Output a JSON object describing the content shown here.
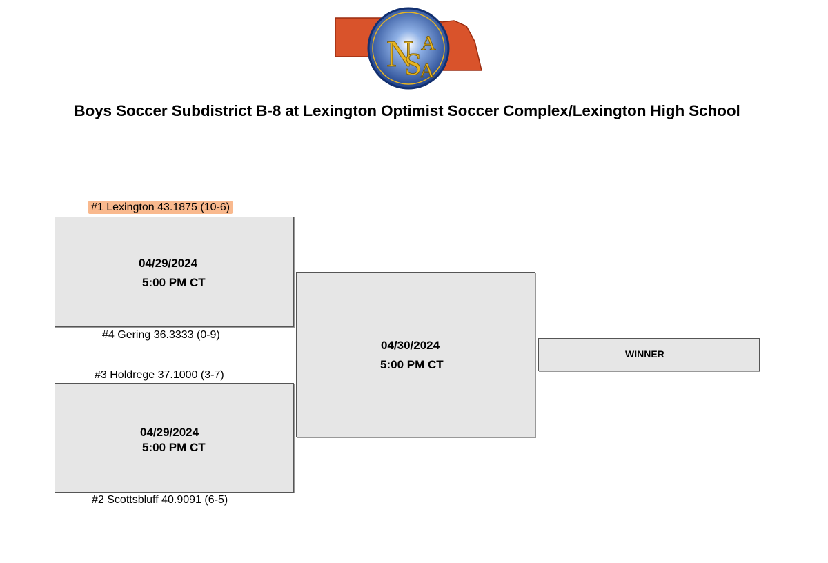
{
  "logo": {
    "letters": [
      "N",
      "S",
      "A",
      "A"
    ]
  },
  "title": "Boys Soccer Subdistrict B-8 at Lexington Optimist Soccer Complex/Lexington High School",
  "game1": {
    "top_team": "#1 Lexington 43.1875 (10-6)",
    "bottom_team": "#4 Gering 36.3333 (0-9)",
    "date": "04/29/2024",
    "time": "5:00 PM CT"
  },
  "game2": {
    "top_team": "#3 Holdrege 37.1000 (3-7)",
    "bottom_team": "#2 Scottsbluff 40.9091 (6-5)",
    "date": "04/29/2024",
    "time": "5:00 PM CT"
  },
  "final": {
    "date": "04/30/2024",
    "time": "5:00 PM CT"
  },
  "winner": {
    "label": "WINNER"
  },
  "colors": {
    "seed_highlight": "#f9b98e",
    "box_fill": "#e6e6e6",
    "nebraska_shape": "#d9532b",
    "logo_circle": "#1c3f8a",
    "logo_letters": "#e6b422"
  }
}
